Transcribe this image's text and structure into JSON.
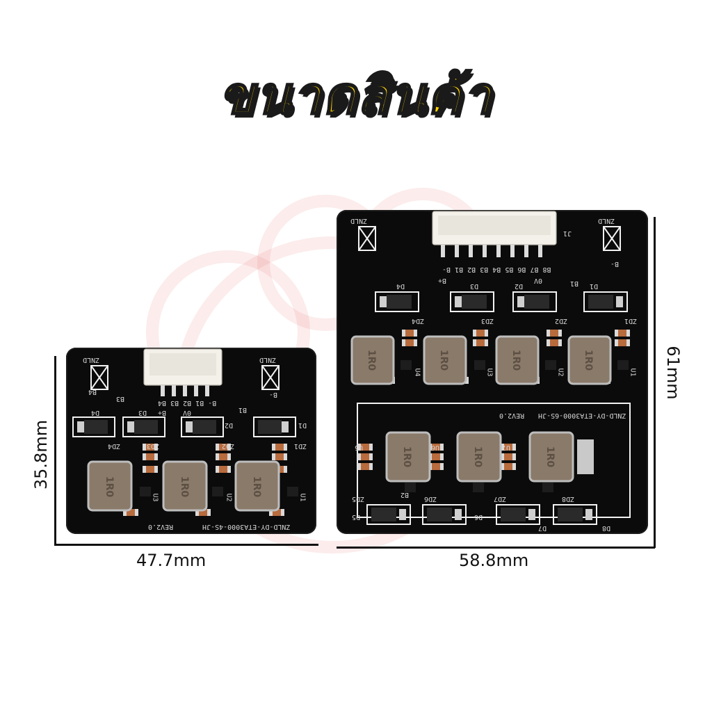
{
  "title": "ขนาดสินค้า",
  "colors": {
    "title_fill": "#FFD400",
    "title_outline": "#1a1a1a",
    "pcb": "#0b0b0b",
    "watermark": "#eb7878"
  },
  "small_board": {
    "width_label": "47.7mm",
    "height_label": "35.8mm",
    "silkscreen": {
      "brand": "ZNLD",
      "model": "ZNLD-DY-ETA3000-4S-JH",
      "rev": "REV2.0",
      "pins": "B- B1 B2 B3 B4",
      "labels": [
        "B4",
        "B3",
        "B+",
        "0V",
        "B1",
        "B-",
        "D4",
        "D3",
        "D2",
        "D1",
        "ZD4",
        "ZD3",
        "ZD2",
        "ZD1",
        "U3",
        "U2",
        "U1"
      ],
      "inductor_mark": "1R0"
    }
  },
  "large_board": {
    "width_label": "58.8mm",
    "height_label": "61mm",
    "silkscreen": {
      "brand": "ZNLD",
      "model": "ZNLD-DY-ETA3000-6S-JH",
      "rev": "REV2.0",
      "pins": "B8 B7 B6 B5 B4 B3 B2 B1 B-",
      "labels": [
        "J1",
        "B-",
        "B+",
        "0V",
        "B1",
        "D4",
        "D3",
        "D2",
        "D1",
        "ZD4",
        "ZD3",
        "ZD2",
        "ZD1",
        "U4",
        "U3",
        "U2",
        "U1",
        "U5",
        "U6",
        "U7",
        "ZD5",
        "ZD6",
        "ZD7",
        "ZD8",
        "D5",
        "D6",
        "D7",
        "D8",
        "B2"
      ],
      "inductor_mark": "1R0"
    }
  }
}
